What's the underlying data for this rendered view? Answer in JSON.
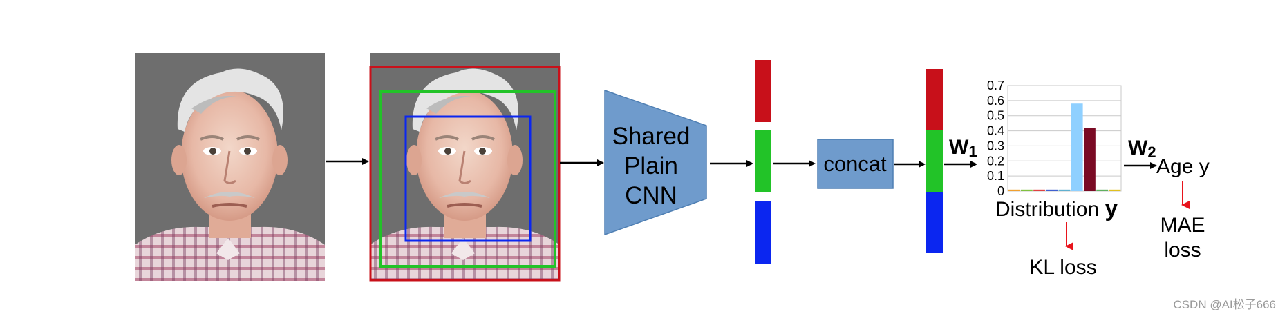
{
  "diagram": {
    "cnn_label_lines": [
      "Shared",
      "Plain",
      "CNN"
    ],
    "concat_label": "concat",
    "w1_main": "W",
    "w1_sub": "1",
    "w2_main": "W",
    "w2_sub": "2",
    "age_label": "Age y",
    "distribution_label": "Distribution ",
    "distribution_symbol": "y",
    "kl_loss_label": "KL loss",
    "mae_loss_lines": [
      "MAE",
      "loss"
    ],
    "watermark": "CSDN @AI松子666",
    "colors": {
      "red": "#c8101a",
      "green": "#22c328",
      "blue": "#0b26f0",
      "cnn_fill": "#6f9bcc",
      "concat_fill": "#6f9bcc",
      "arrow": "#000000",
      "loss_arrow": "#e8141c",
      "photo_bg": "#6e6e6e"
    }
  },
  "chart_data": {
    "type": "bar",
    "ylim": [
      0,
      0.7
    ],
    "yticks": [
      "0",
      "0.1",
      "0.2",
      "0.3",
      "0.4",
      "0.5",
      "0.6",
      "0.7"
    ],
    "values": [
      0.01,
      0.01,
      0.01,
      0.01,
      0.01,
      0.58,
      0.42,
      0.01,
      0.01
    ],
    "bar_colors": [
      "#f0a030",
      "#80c040",
      "#e04040",
      "#4060d0",
      "#60b0d0",
      "#8fd0ff",
      "#7a0a24",
      "#60b060",
      "#e0c020"
    ]
  }
}
